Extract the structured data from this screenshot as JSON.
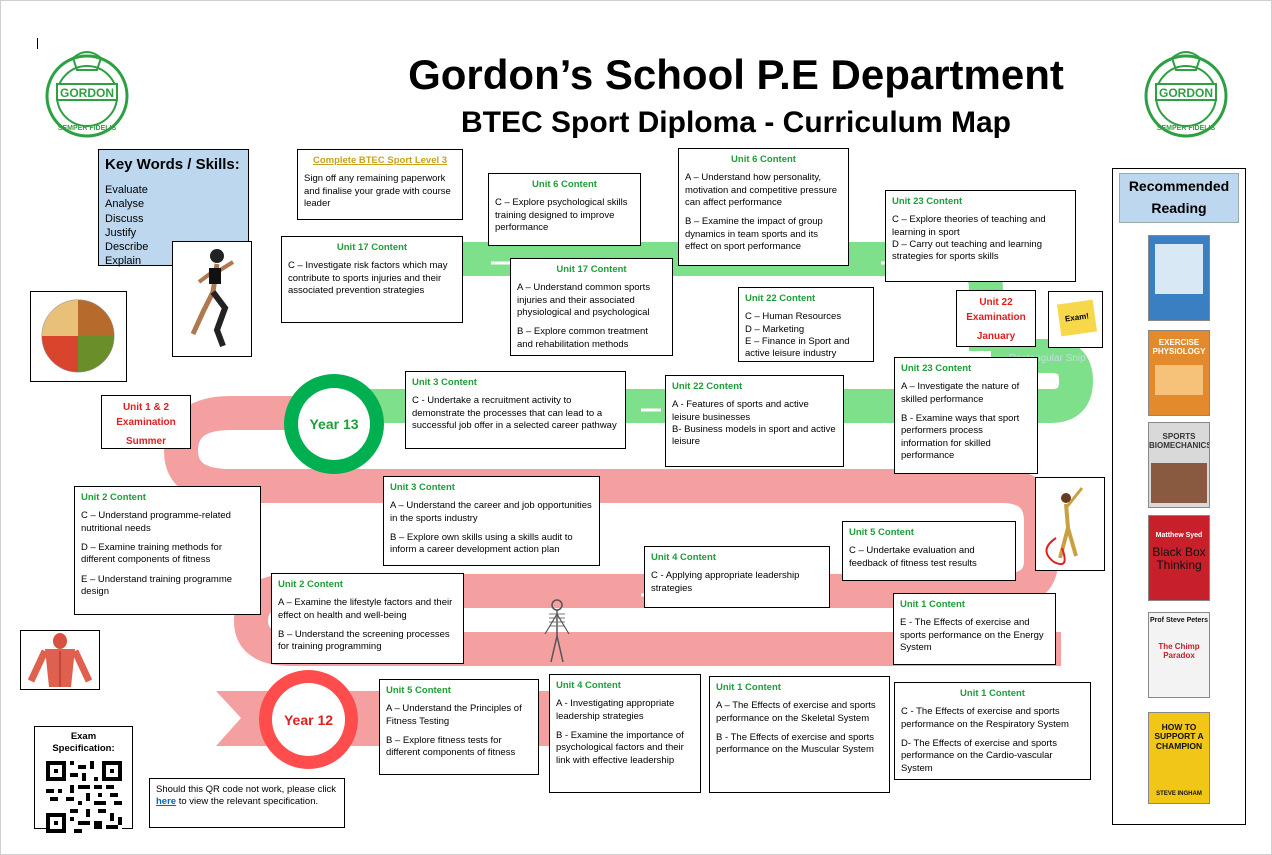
{
  "header": {
    "title": "Gordon’s School P.E Department",
    "subtitle": "BTEC Sport Diploma - Curriculum Map"
  },
  "crest": {
    "name": "GORDON",
    "motto": "SEMPER FIDELIS"
  },
  "key_words": {
    "heading": "Key Words / Skills:",
    "items": [
      "Evaluate",
      "Analyse",
      "Discuss",
      "Justify",
      "Describe",
      "Explain"
    ]
  },
  "recommended_reading": {
    "heading": "Recommended Reading",
    "books": [
      {
        "title": "",
        "color": "#3a7fc1"
      },
      {
        "title": "EXERCISE PHYSIOLOGY",
        "color": "#e38a2c"
      },
      {
        "title": "SPORTS BIOMECHANICS",
        "color": "#d9d9d9"
      },
      {
        "title": "Black Box Thinking",
        "author": "Matthew Syed",
        "color": "#c8202a"
      },
      {
        "title": "The Chimp Paradox",
        "author": "Prof Steve Peters",
        "color": "#f3f3f3"
      },
      {
        "title": "HOW TO SUPPORT A CHAMPION",
        "author": "STEVE INGHAM",
        "color": "#f2c617"
      }
    ]
  },
  "years": {
    "year13": "Year 13",
    "year12": "Year 12"
  },
  "exams": {
    "unit12": {
      "line1": "Unit 1 & 2",
      "line2": "Examination",
      "line3": "Summer"
    },
    "unit22": {
      "line1": "Unit 22",
      "line2": "Examination",
      "line3": "January"
    }
  },
  "complete_box": {
    "heading": "Complete BTEC Sport Level 3",
    "text": "Sign off any remaining paperwork and finalise your grade with course leader"
  },
  "units": {
    "u6a": {
      "head": "Unit 6 Content",
      "p": [
        "C – Explore psychological skills training designed to improve performance"
      ]
    },
    "u6b": {
      "head": "Unit 6 Content",
      "p": [
        "A – Understand how personality, motivation and competitive pressure can affect performance",
        "B – Examine the impact of group dynamics in team sports and its effect on sport performance"
      ]
    },
    "u23a": {
      "head": "Unit 23 Content",
      "p": [
        "C – Explore theories of teaching and learning in sport",
        "D – Carry out teaching and learning strategies for sports skills"
      ]
    },
    "u17a": {
      "head": "Unit 17 Content",
      "p": [
        "C – Investigate risk factors which may contribute to sports injuries and their associated prevention strategies"
      ]
    },
    "u17b": {
      "head": "Unit 17 Content",
      "p": [
        "A – Understand common sports injuries and their associated physiological and psychological",
        "B – Explore common treatment and rehabilitation methods"
      ]
    },
    "u22a": {
      "head": "Unit 22 Content",
      "p": [
        "C – Human Resources",
        "D – Marketing",
        "E – Finance in Sport and active leisure industry"
      ]
    },
    "u3a": {
      "head": "Unit 3 Content",
      "p": [
        "C  - Undertake a recruitment activity to demonstrate the processes that can lead to a successful job offer in a selected career pathway"
      ]
    },
    "u22b": {
      "head": "Unit 22 Content",
      "p": [
        "A - Features of sports and active leisure businesses",
        "B- Business models in sport and active leisure"
      ]
    },
    "u23b": {
      "head": "Unit 23 Content",
      "p": [
        "A – Investigate the nature of skilled performance",
        "B - Examine ways that sport performers process information for skilled performance"
      ]
    },
    "u2a": {
      "head": "Unit 2 Content",
      "p": [
        "C – Understand programme-related nutritional needs",
        "D – Examine training methods for different components of fitness",
        "E – Understand training programme design"
      ]
    },
    "u3b": {
      "head": "Unit 3 Content",
      "p": [
        "A – Understand the career and job opportunities in the sports industry",
        "B – Explore own skills using a skills audit to inform a career development action plan"
      ]
    },
    "u5a": {
      "head": "Unit 5 Content",
      "p": [
        "C – Undertake evaluation and feedback of fitness test results"
      ]
    },
    "u4a": {
      "head": "Unit 4 Content",
      "p": [
        "C - Applying appropriate leadership strategies"
      ]
    },
    "u2b": {
      "head": "Unit 2 Content",
      "p": [
        "A – Examine the lifestyle factors and their effect on health and well-being",
        "B – Understand the screening processes for training programming"
      ]
    },
    "u1a": {
      "head": "Unit 1 Content",
      "p": [
        "E - The Effects of exercise and sports performance on the Energy System"
      ]
    },
    "u5b": {
      "head": "Unit 5 Content",
      "p": [
        "A – Understand the Principles of Fitness Testing",
        "B – Explore fitness tests for different components of fitness"
      ]
    },
    "u4b": {
      "head": "Unit 4 Content",
      "p": [
        "A - Investigating appropriate leadership strategies",
        "B - Examine the importance of psychological factors and their link with effective leadership"
      ]
    },
    "u1b": {
      "head": "Unit 1 Content",
      "p": [
        "A – The Effects of exercise and sports performance on the Skeletal System",
        "B - The Effects of exercise and sports performance on the Muscular System"
      ]
    },
    "u1c": {
      "head": "Unit 1 Content",
      "p": [
        "C - The Effects of exercise and sports performance on the Respiratory System",
        "D- The Effects of exercise and sports performance on the Cardio-vascular System"
      ]
    }
  },
  "exam_spec": {
    "heading": "Exam Specification:"
  },
  "qr_note": {
    "text_before": "Should this QR code not work, please click",
    "link": "here",
    "text_after": "to view the relevant specification."
  },
  "snip_overlay": "Rectangular Snip",
  "sticky_note": "Exam!",
  "colors": {
    "green_road": "#7ee08a",
    "red_road": "#f4a0a0",
    "year13_ring": "#00b050",
    "year12_ring": "#ff4d4d",
    "unit_heading": "#1e9e3a",
    "exam_text": "#e02020",
    "panel_blue": "#bdd7ee"
  }
}
